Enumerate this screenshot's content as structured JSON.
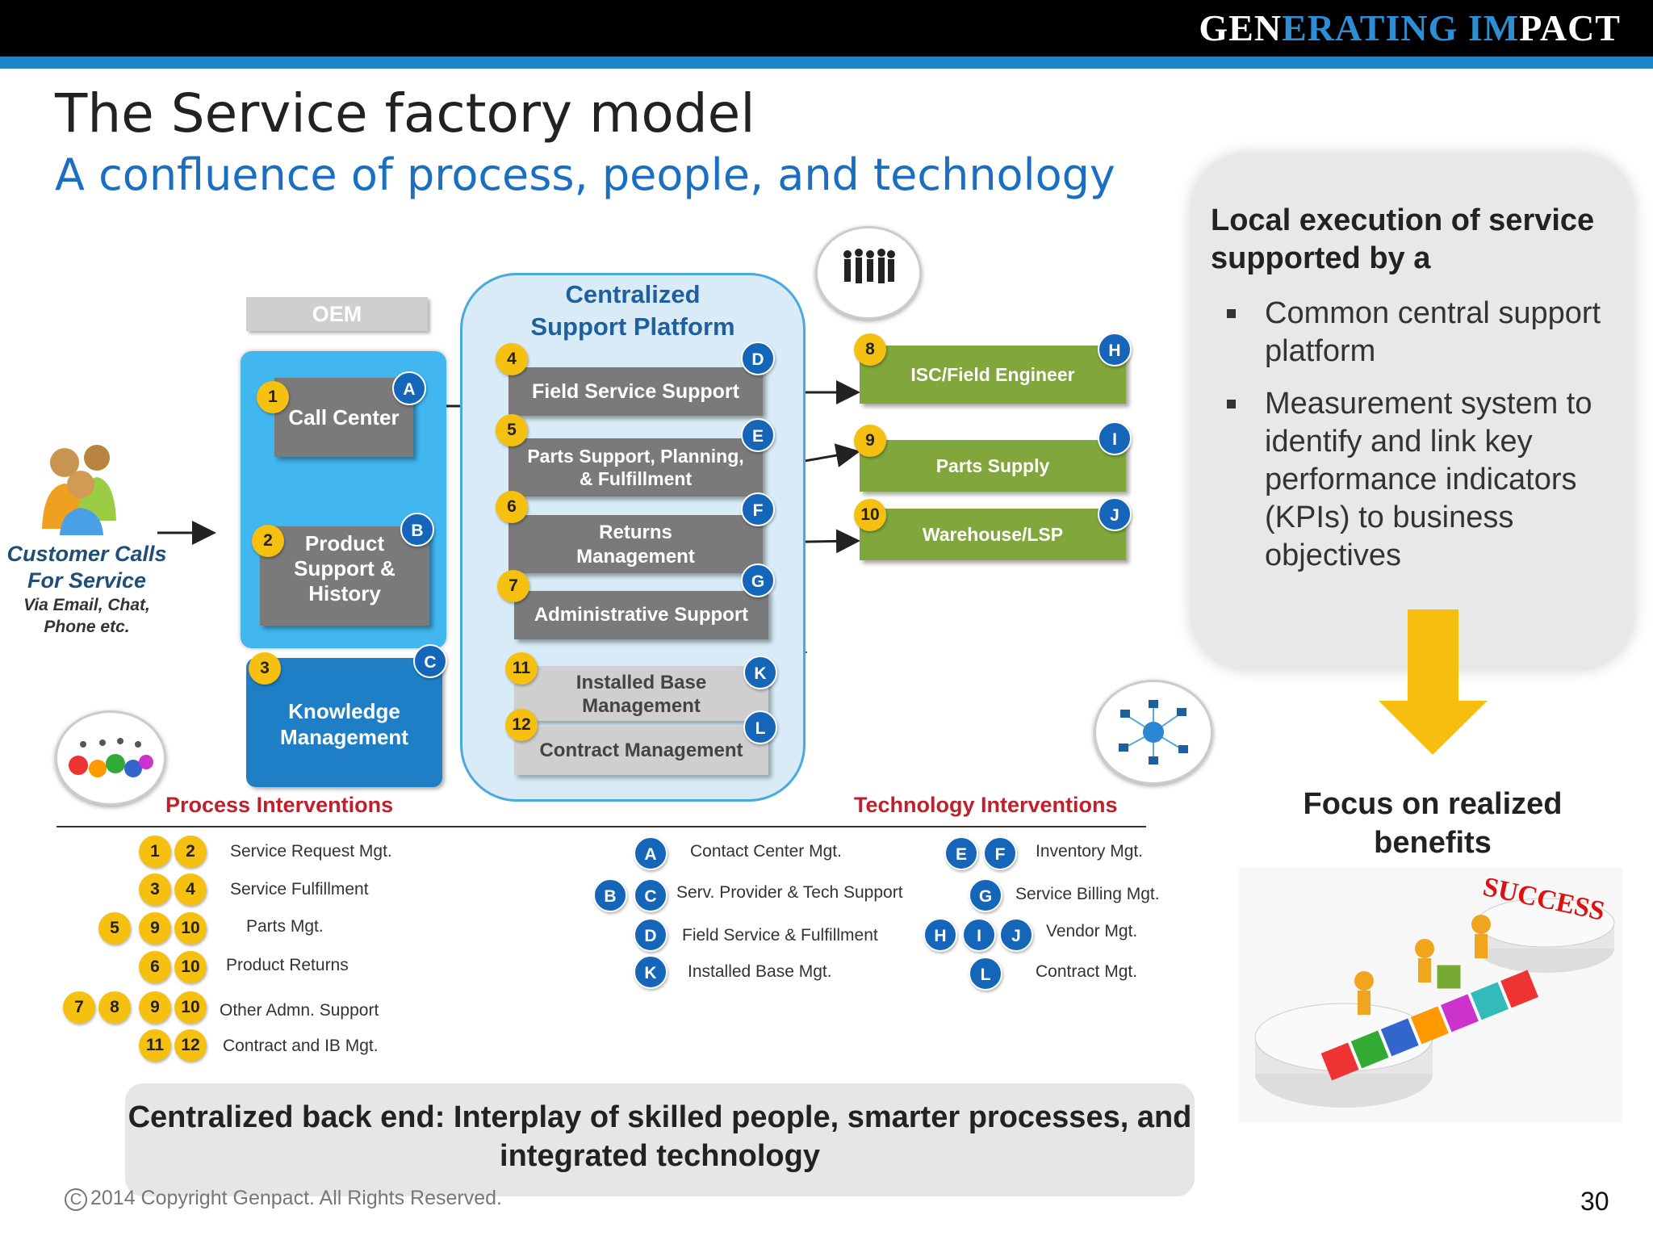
{
  "header": {
    "brand_part1": "GEN",
    "brand_part2": "ERATING ",
    "brand_part3": "IM",
    "brand_part4": "PACT"
  },
  "slide": {
    "title": "The Service factory model",
    "subtitle": "A confluence of process, people, and technology",
    "page_number": "30",
    "copyright": "2014 Copyright Genpact. All Rights Reserved.",
    "copyright_symbol": "C"
  },
  "right_panel": {
    "heading": "Local execution of service supported by a",
    "bullets": [
      "Common central support platform",
      "Measurement system to identify and link key performance indicators (KPIs) to business objectives"
    ],
    "focus": "Focus on realized benefits",
    "success_label": "SUCCESS"
  },
  "bottom_box": {
    "text": "Centralized back end: Interplay of skilled people, smarter processes, and integrated technology"
  },
  "diagram": {
    "customer": {
      "line1": "Customer Calls",
      "line2": "For Service",
      "line3": "Via Email, Chat,",
      "line4": "Phone etc."
    },
    "oem_label": "OEM",
    "csp_label_1": "Centralized",
    "csp_label_2": "Support Platform",
    "call_center": "Call Center",
    "product_support": [
      "Product",
      "Support &",
      "History"
    ],
    "knowledge": [
      "Knowledge",
      "Management"
    ],
    "field_service": "Field Service Support",
    "parts_support": [
      "Parts Support, Planning,",
      "& Fulfillment"
    ],
    "returns": [
      "Returns",
      "Management"
    ],
    "admin": "Administrative Support",
    "installed": [
      "Installed Base",
      "Management"
    ],
    "contract": "Contract Management",
    "isc": "ISC/Field Engineer",
    "parts_supply": "Parts Supply",
    "warehouse": "Warehouse/LSP",
    "numbers": [
      "1",
      "2",
      "3",
      "4",
      "5",
      "6",
      "7",
      "8",
      "9",
      "10",
      "11",
      "12"
    ],
    "letters": [
      "A",
      "B",
      "C",
      "D",
      "E",
      "F",
      "G",
      "H",
      "I",
      "J",
      "K",
      "L"
    ]
  },
  "legend": {
    "process_title": "Process Interventions",
    "technology_title": "Technology Interventions",
    "process_items": [
      "Service Request Mgt.",
      "Service Fulfillment",
      "Parts Mgt.",
      "Product Returns",
      "Other Admn. Support",
      "Contract and IB Mgt."
    ],
    "tech_items_left": [
      "Contact Center Mgt.",
      "Serv. Provider & Tech Support",
      "Field Service & Fulfillment",
      "Installed Base Mgt."
    ],
    "tech_items_right": [
      "Inventory Mgt.",
      "Service Billing Mgt.",
      "Vendor Mgt.",
      "Contract Mgt."
    ]
  }
}
